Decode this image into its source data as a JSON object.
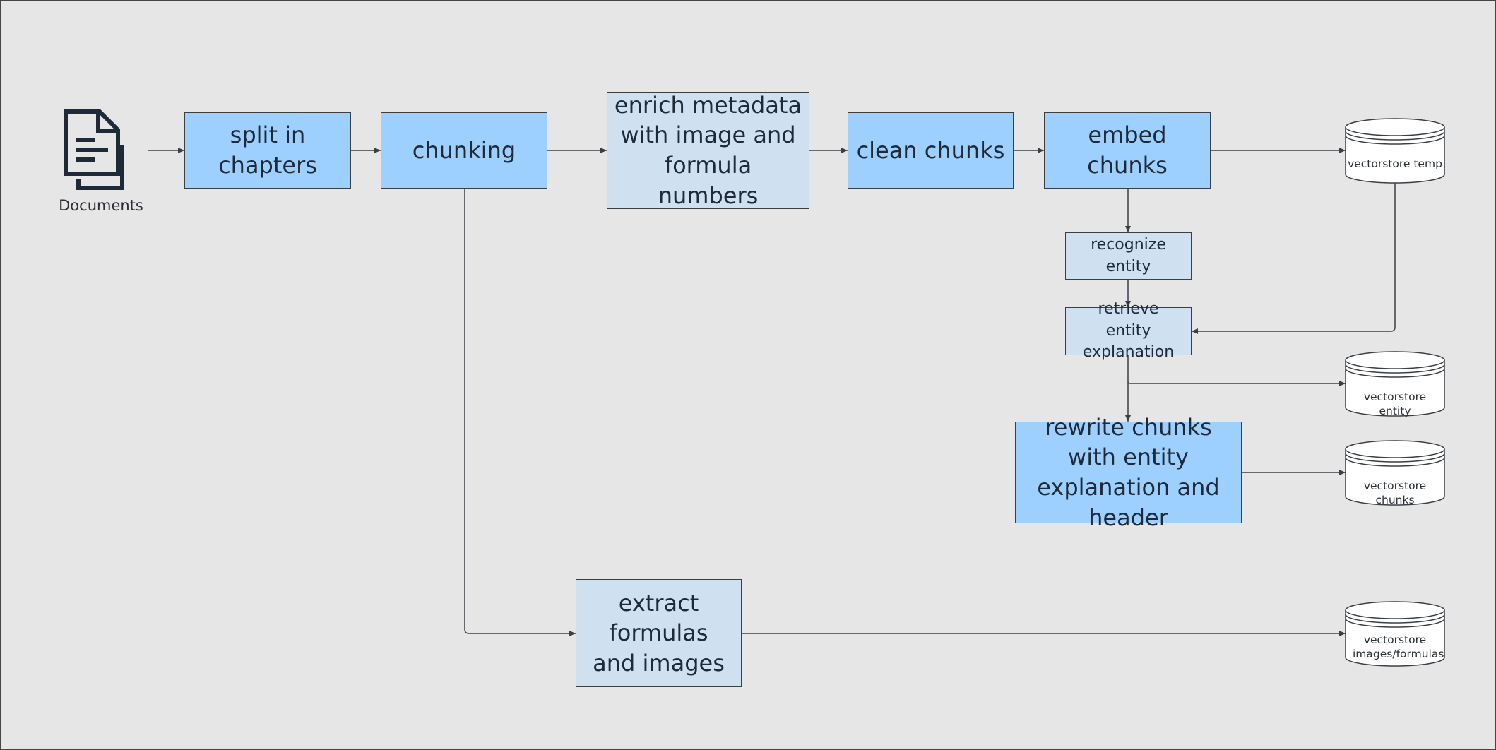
{
  "colors": {
    "canvas_bg": "#e6e6e6",
    "process_blue": "#9dd0ff",
    "process_pale": "#cfe0f1",
    "stroke": "#3a3f44",
    "icon": "#1f2a38"
  },
  "nodes": {
    "documents": {
      "icon": "document-icon",
      "label": "Documents"
    },
    "split": "split in chapters",
    "chunking": "chunking",
    "enrich": "enrich metadata with image and formula numbers",
    "clean": "clean chunks",
    "embed": "embed chunks",
    "recognize": "recognize entity",
    "retrieve": "retrieve entity explanation",
    "rewrite": "rewrite chunks with entity explanation and header",
    "extract": "extract formulas and images"
  },
  "stores": {
    "temp": "vectorstore temp",
    "entity": "vectorstore entity",
    "chunks": "vectorstore chunks",
    "images": "vectorstore images/formulas"
  }
}
